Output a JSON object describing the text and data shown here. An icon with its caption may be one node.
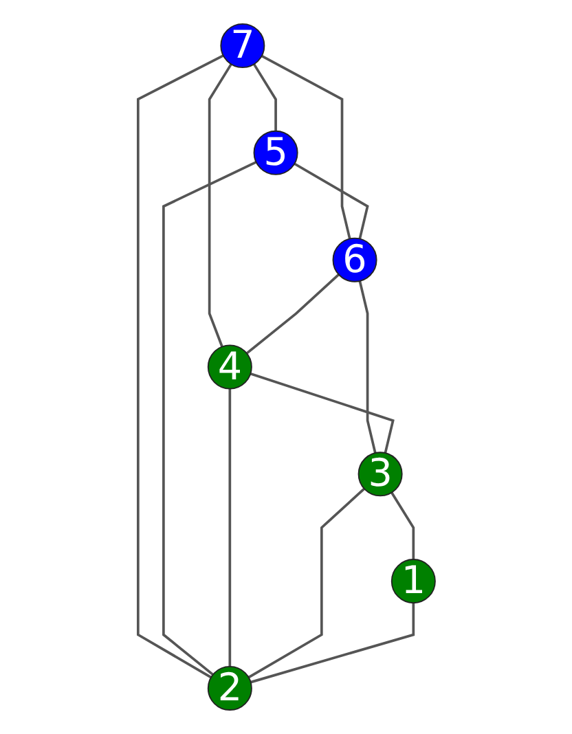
{
  "diagram": {
    "nodes": [
      {
        "text": [
          "7"
        ]
      },
      {
        "text": [
          "5"
        ]
      },
      {
        "text": [
          "6"
        ]
      },
      {
        "text": [
          "2"
        ]
      },
      {
        "text": [
          "4"
        ]
      },
      {
        "text": [
          "3"
        ]
      },
      {
        "text": [
          "1"
        ]
      }
    ],
    "edges": [
      {
        "from": 0,
        "to": 1,
        "arrow": "none"
      },
      {
        "from": 0,
        "to": 2,
        "arrow": "none"
      },
      {
        "from": 1,
        "to": 2,
        "arrow": "none"
      },
      {
        "from": 0,
        "to": 3,
        "arrow": "none"
      },
      {
        "from": 1,
        "to": 3,
        "arrow": "none"
      },
      {
        "from": 0,
        "to": 4,
        "arrow": "none"
      },
      {
        "from": 2,
        "to": 4,
        "arrow": "none"
      },
      {
        "from": 4,
        "to": 3,
        "arrow": "none"
      },
      {
        "from": 2,
        "to": 5,
        "arrow": "none"
      },
      {
        "from": 4,
        "to": 5,
        "arrow": "none"
      },
      {
        "from": 5,
        "to": 3,
        "arrow": "none"
      },
      {
        "from": 5,
        "to": 6,
        "arrow": "none"
      },
      {
        "from": 6,
        "to": 3,
        "arrow": "none"
      }
    ]
  }
}
